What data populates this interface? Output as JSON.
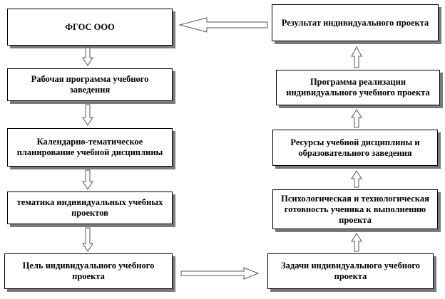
{
  "boxes": {
    "fgos": "ФГОС ООО",
    "work_program": "Рабочая программа учебного заведения",
    "calendar_plan": "Календарно-тематическое планирование учебной дисциплины",
    "topics": "тематика индивидуальных учебных проектов",
    "goal": "Цель индивидуального учебного проекта",
    "tasks": "Задачи индивидуального учебного проекта",
    "readiness": "Психологическая и технологическая готовность ученика к выполнению проекта",
    "resources": "Ресурсы учебной дисциплины и образовательного заведения",
    "program": "Программа реализации индивидуального учебного проекта",
    "result": "Результат индивидуального проекта"
  }
}
